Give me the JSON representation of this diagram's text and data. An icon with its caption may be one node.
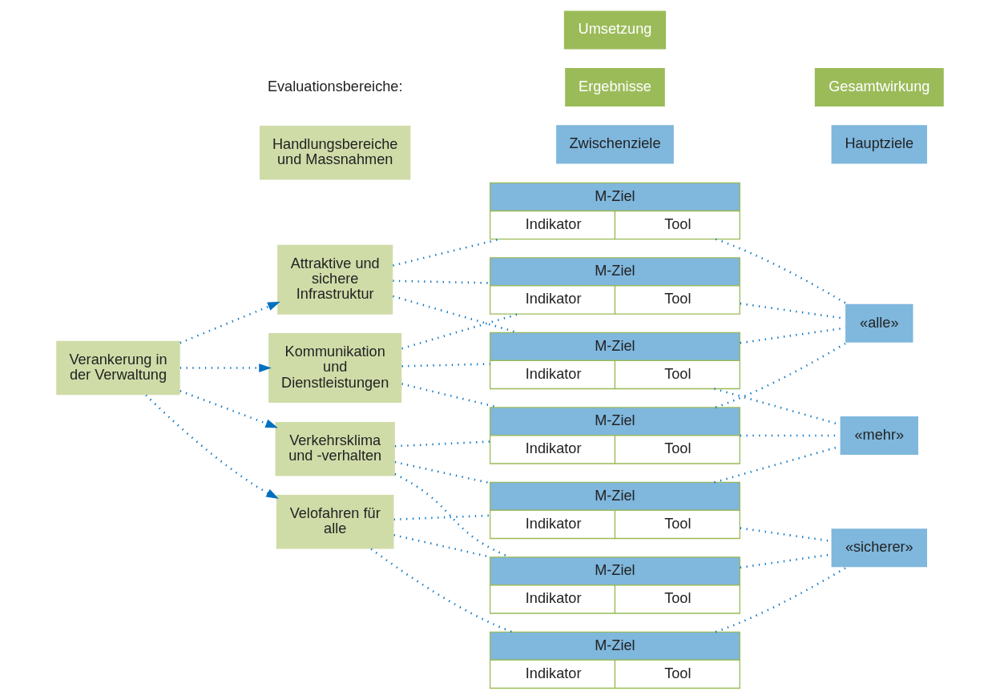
{
  "diagram": {
    "nodes": [
      {
        "text": [
          "Umsetzung"
        ]
      },
      {
        "text": [
          "Ergebnisse"
        ]
      },
      {
        "text": [
          "Gesamtwirkung"
        ]
      },
      {
        "text": [
          "Handlungsbereiche und Massnahmen"
        ]
      },
      {
        "text": [
          "Zwischenziele"
        ]
      },
      {
        "text": [
          "Hauptziele"
        ]
      },
      {
        "text": [
          "Attraktive und sichere Infrastruktur"
        ]
      },
      {
        "text": [
          "Kommunikation und Dienstleistungen"
        ]
      },
      {
        "text": [
          "Verankerung in der Verwaltung"
        ]
      },
      {
        "text": [
          "Verkehrsklima und -verhalten"
        ]
      },
      {
        "text": [
          "Velofahren für alle"
        ]
      },
      {
        "text": [
          "M-Ziel",
          "Indikator",
          "Tool"
        ]
      },
      {
        "text": [
          "M-Ziel",
          "Indikator",
          "Tool"
        ]
      },
      {
        "text": [
          "M-Ziel",
          "Indikator",
          "Tool"
        ]
      },
      {
        "text": [
          "M-Ziel",
          "Indikator",
          "Tool"
        ]
      },
      {
        "text": [
          "M-Ziel",
          "Indikator",
          "Tool"
        ]
      },
      {
        "text": [
          "M-Ziel",
          "Indikator",
          "Tool"
        ]
      },
      {
        "text": [
          "M-Ziel",
          "Indikator",
          "Tool"
        ]
      },
      {
        "text": [
          "«alle»"
        ]
      },
      {
        "text": [
          "«mehr»"
        ]
      },
      {
        "text": [
          "«sicherer»"
        ]
      }
    ],
    "edges": [
      {
        "from": 8,
        "to": 6,
        "arrow": "to"
      },
      {
        "from": 8,
        "to": 7,
        "arrow": "to"
      },
      {
        "from": 8,
        "to": 9,
        "arrow": "to"
      },
      {
        "from": 8,
        "to": 10,
        "arrow": "to"
      },
      {
        "from": 6,
        "to": 11,
        "arrow": "none"
      },
      {
        "from": 6,
        "to": 12,
        "arrow": "none"
      },
      {
        "from": 6,
        "to": 13,
        "arrow": "none"
      },
      {
        "from": 7,
        "to": 12,
        "arrow": "none"
      },
      {
        "from": 7,
        "to": 13,
        "arrow": "none"
      },
      {
        "from": 7,
        "to": 14,
        "arrow": "none"
      },
      {
        "from": 9,
        "to": 14,
        "arrow": "none"
      },
      {
        "from": 9,
        "to": 15,
        "arrow": "none"
      },
      {
        "from": 9,
        "to": 16,
        "arrow": "none"
      },
      {
        "from": 10,
        "to": 15,
        "arrow": "none"
      },
      {
        "from": 10,
        "to": 16,
        "arrow": "none"
      },
      {
        "from": 10,
        "to": 17,
        "arrow": "none"
      },
      {
        "from": 11,
        "to": 18,
        "arrow": "none"
      },
      {
        "from": 12,
        "to": 18,
        "arrow": "none"
      },
      {
        "from": 13,
        "to": 18,
        "arrow": "none"
      },
      {
        "from": 14,
        "to": 18,
        "arrow": "none"
      },
      {
        "from": 13,
        "to": 19,
        "arrow": "none"
      },
      {
        "from": 14,
        "to": 19,
        "arrow": "none"
      },
      {
        "from": 15,
        "to": 19,
        "arrow": "none"
      },
      {
        "from": 15,
        "to": 20,
        "arrow": "none"
      },
      {
        "from": 16,
        "to": 20,
        "arrow": "none"
      },
      {
        "from": 17,
        "to": 20,
        "arrow": "none"
      }
    ],
    "labels": [
      "Evaluationsbereiche:"
    ]
  }
}
